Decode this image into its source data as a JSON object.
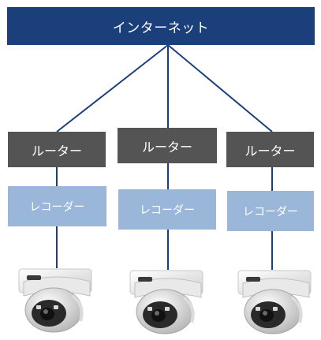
{
  "internet": {
    "label": "インターネット"
  },
  "routers": [
    {
      "label": "ルーター"
    },
    {
      "label": "ルーター"
    },
    {
      "label": "ルーター"
    }
  ],
  "recorders": [
    {
      "label": "レコーダー"
    },
    {
      "label": "レコーダー"
    },
    {
      "label": "レコーダー"
    }
  ],
  "cameras": [
    {
      "icon": "dome-camera-icon"
    },
    {
      "icon": "dome-camera-icon"
    },
    {
      "icon": "dome-camera-icon"
    }
  ],
  "colors": {
    "internet_bg": "#1b3f7a",
    "router_bg": "#545454",
    "recorder_bg": "#9ab6d9",
    "connector": "#1b3f7a"
  }
}
